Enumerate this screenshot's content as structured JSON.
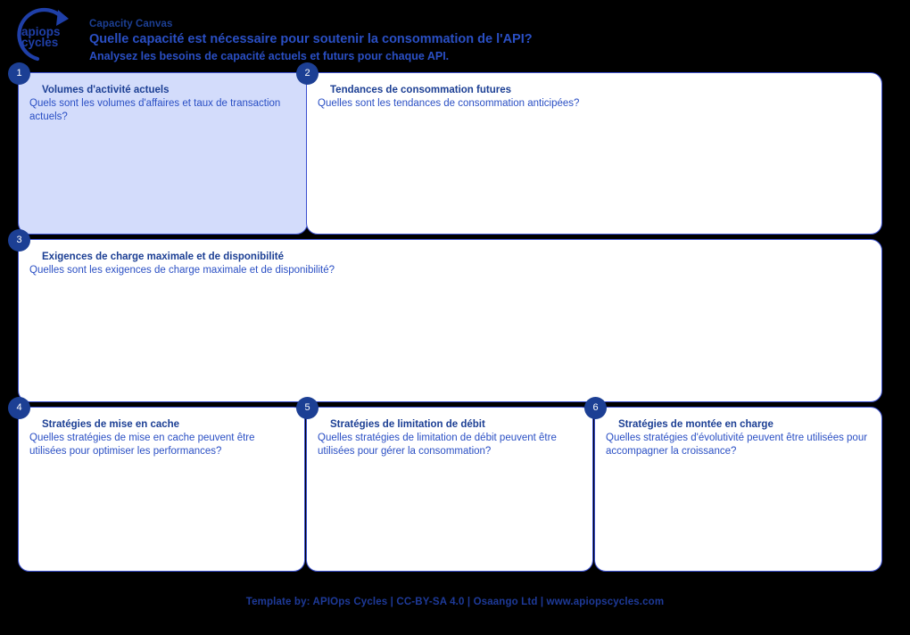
{
  "header": {
    "logo_alt": "APIOps Cycles",
    "logo_line1": "apiops",
    "logo_line2": "cycles",
    "title": "Capacity Canvas",
    "question": "Quelle capacité est nécessaire pour soutenir la consommation de l'API?",
    "subtitle": "Analysez les besoins de capacité actuels et futurs pour chaque API."
  },
  "boxes": [
    {
      "number": "1",
      "title": "Volumes d'activité actuels",
      "question": "Quels sont les volumes d'affaires et taux de transaction actuels?",
      "value": "",
      "filled": true
    },
    {
      "number": "2",
      "title": "Tendances de consommation futures",
      "question": "Quelles sont les tendances de consommation anticipées?",
      "value": "",
      "filled": false
    },
    {
      "number": "3",
      "title": "Exigences de charge maximale et de disponibilité",
      "question": "Quelles sont les exigences de charge maximale et de disponibilité?",
      "value": "",
      "filled": false
    },
    {
      "number": "4",
      "title": "Stratégies de mise en cache",
      "question": "Quelles stratégies de mise en cache peuvent être utilisées pour optimiser les performances?",
      "value": "",
      "filled": false
    },
    {
      "number": "5",
      "title": "Stratégies de limitation de débit",
      "question": "Quelles stratégies de limitation de débit peuvent être utilisées pour gérer la consommation?",
      "value": "",
      "filled": false
    },
    {
      "number": "6",
      "title": "Stratégies de montée en charge",
      "question": "Quelles stratégies d'évolutivité peuvent être utilisées pour accompagner la croissance?",
      "value": "",
      "filled": false
    }
  ],
  "footer": {
    "text": "Template by: APIOps Cycles | CC-BY-SA 4.0 | Osaango Ltd | www.apiopscycles.com"
  },
  "colors": {
    "background": "#000000",
    "box_border": "#3a4fd0",
    "box_fill": "#ffffff",
    "box_fill_active": "#d3dcfb",
    "badge": "#1c3f94",
    "title_text": "#1c3f94",
    "body_text": "#2a4fc4"
  }
}
